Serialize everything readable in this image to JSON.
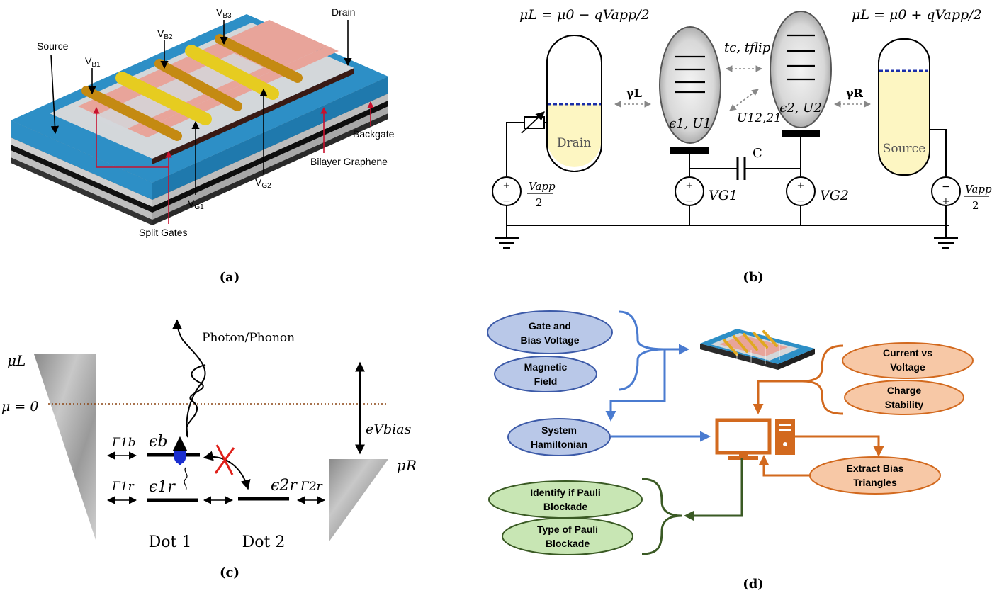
{
  "captions": {
    "a": "(a)",
    "b": "(b)",
    "c": "(c)",
    "d": "(d)"
  },
  "panel_a": {
    "source": "Source",
    "drain": "Drain",
    "backgate": "Backgate",
    "bilayer": "Bilayer Graphene",
    "split_gates": "Split Gates",
    "vb1": "V",
    "vb1_sub": "B1",
    "vb2": "V",
    "vb2_sub": "B2",
    "vb3": "V",
    "vb3_sub": "B3",
    "vg1": "V",
    "vg1_sub": "G1",
    "vg2": "V",
    "vg2_sub": "G2",
    "colors": {
      "substrate_blue": "#2d8fc6",
      "graphene_pink": "#e8a49a",
      "gate_gold": "#e0a820",
      "contact_grey": "#d3d7da"
    }
  },
  "panel_b": {
    "mu_left": "μL = μ0 − qVapp/2",
    "mu_right": "μL = μ0 + qVapp/2",
    "drain": "Drain",
    "source": "Source",
    "gamma_l": "γL",
    "gamma_r": "γR",
    "dot1_label": "ϵ1, U1",
    "dot2_label": "ϵ2, U2",
    "tc": "tc, tflip",
    "u12": "U12,21",
    "cap": "C",
    "vg1": "VG1",
    "vg2": "VG2",
    "vapp": "Vapp",
    "vapp_den": "2",
    "plus": "+",
    "minus": "−"
  },
  "panel_c": {
    "photon": "Photon/Phonon",
    "mu_l": "μL",
    "mu_r": "μR",
    "mu0": "μ = 0",
    "ev_bias": "eVbias",
    "gamma_1b": "Γ1b",
    "gamma_1r": "Γ1r",
    "gamma_2r": "Γ2r",
    "eps_b": "ϵb",
    "eps_1r": "ϵ1r",
    "eps_2r": "ϵ2r",
    "dot1": "Dot 1",
    "dot2": "Dot 2"
  },
  "panel_d": {
    "gate_bias_1": "Gate and",
    "gate_bias_2": "Bias Voltage",
    "magnetic_1": "Magnetic",
    "magnetic_2": "Field",
    "hamiltonian_1": "System",
    "hamiltonian_2": "Hamiltonian",
    "current_1": "Current vs",
    "current_2": "Voltage",
    "charge_1": "Charge",
    "charge_2": "Stability",
    "extract_1": "Extract Bias",
    "extract_2": "Triangles",
    "identify_1": "Identify if Pauli",
    "identify_2": "Blockade",
    "type_1": "Type of Pauli",
    "type_2": "Blockade",
    "colors": {
      "blue_fill": "#b9c8e8",
      "blue_edge": "#3c5aa8",
      "orange_fill": "#f7c8a6",
      "orange_edge": "#d2691e",
      "green_fill": "#c8e6b4",
      "green_edge": "#3a5a24",
      "blue_arrow": "#4a7bd0",
      "orange_arrow": "#d2691e",
      "green_arrow": "#3a5a24"
    }
  }
}
